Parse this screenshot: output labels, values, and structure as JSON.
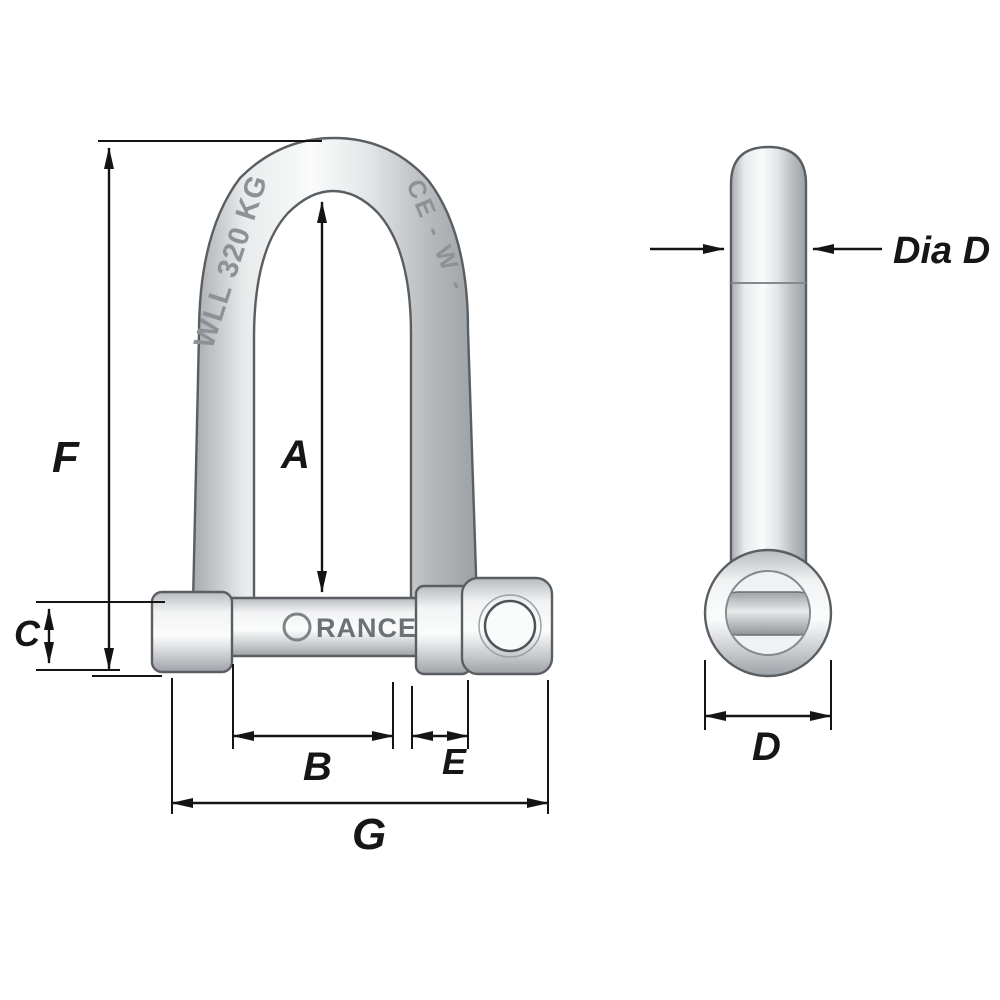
{
  "diagram": {
    "type": "technical-dimension-drawing",
    "subject": "long-d-shackle-with-captive-pin",
    "labels": {
      "F": "F",
      "A": "A",
      "C": "C",
      "B": "B",
      "E": "E",
      "G": "G",
      "D": "D",
      "dia_d": "Dia D"
    },
    "engravings": {
      "wll": "WLL 320 KG",
      "ce_mark": "CE - W -",
      "pin_brand": "RANCE"
    },
    "colors": {
      "line": "#141414",
      "metal_outline": "#5a5e62",
      "metal_light": "#fafbfb",
      "metal_mid": "#d8dadc",
      "metal_dark": "#9da2a6",
      "engraving": "#8d9195",
      "background": "#ffffff"
    }
  }
}
